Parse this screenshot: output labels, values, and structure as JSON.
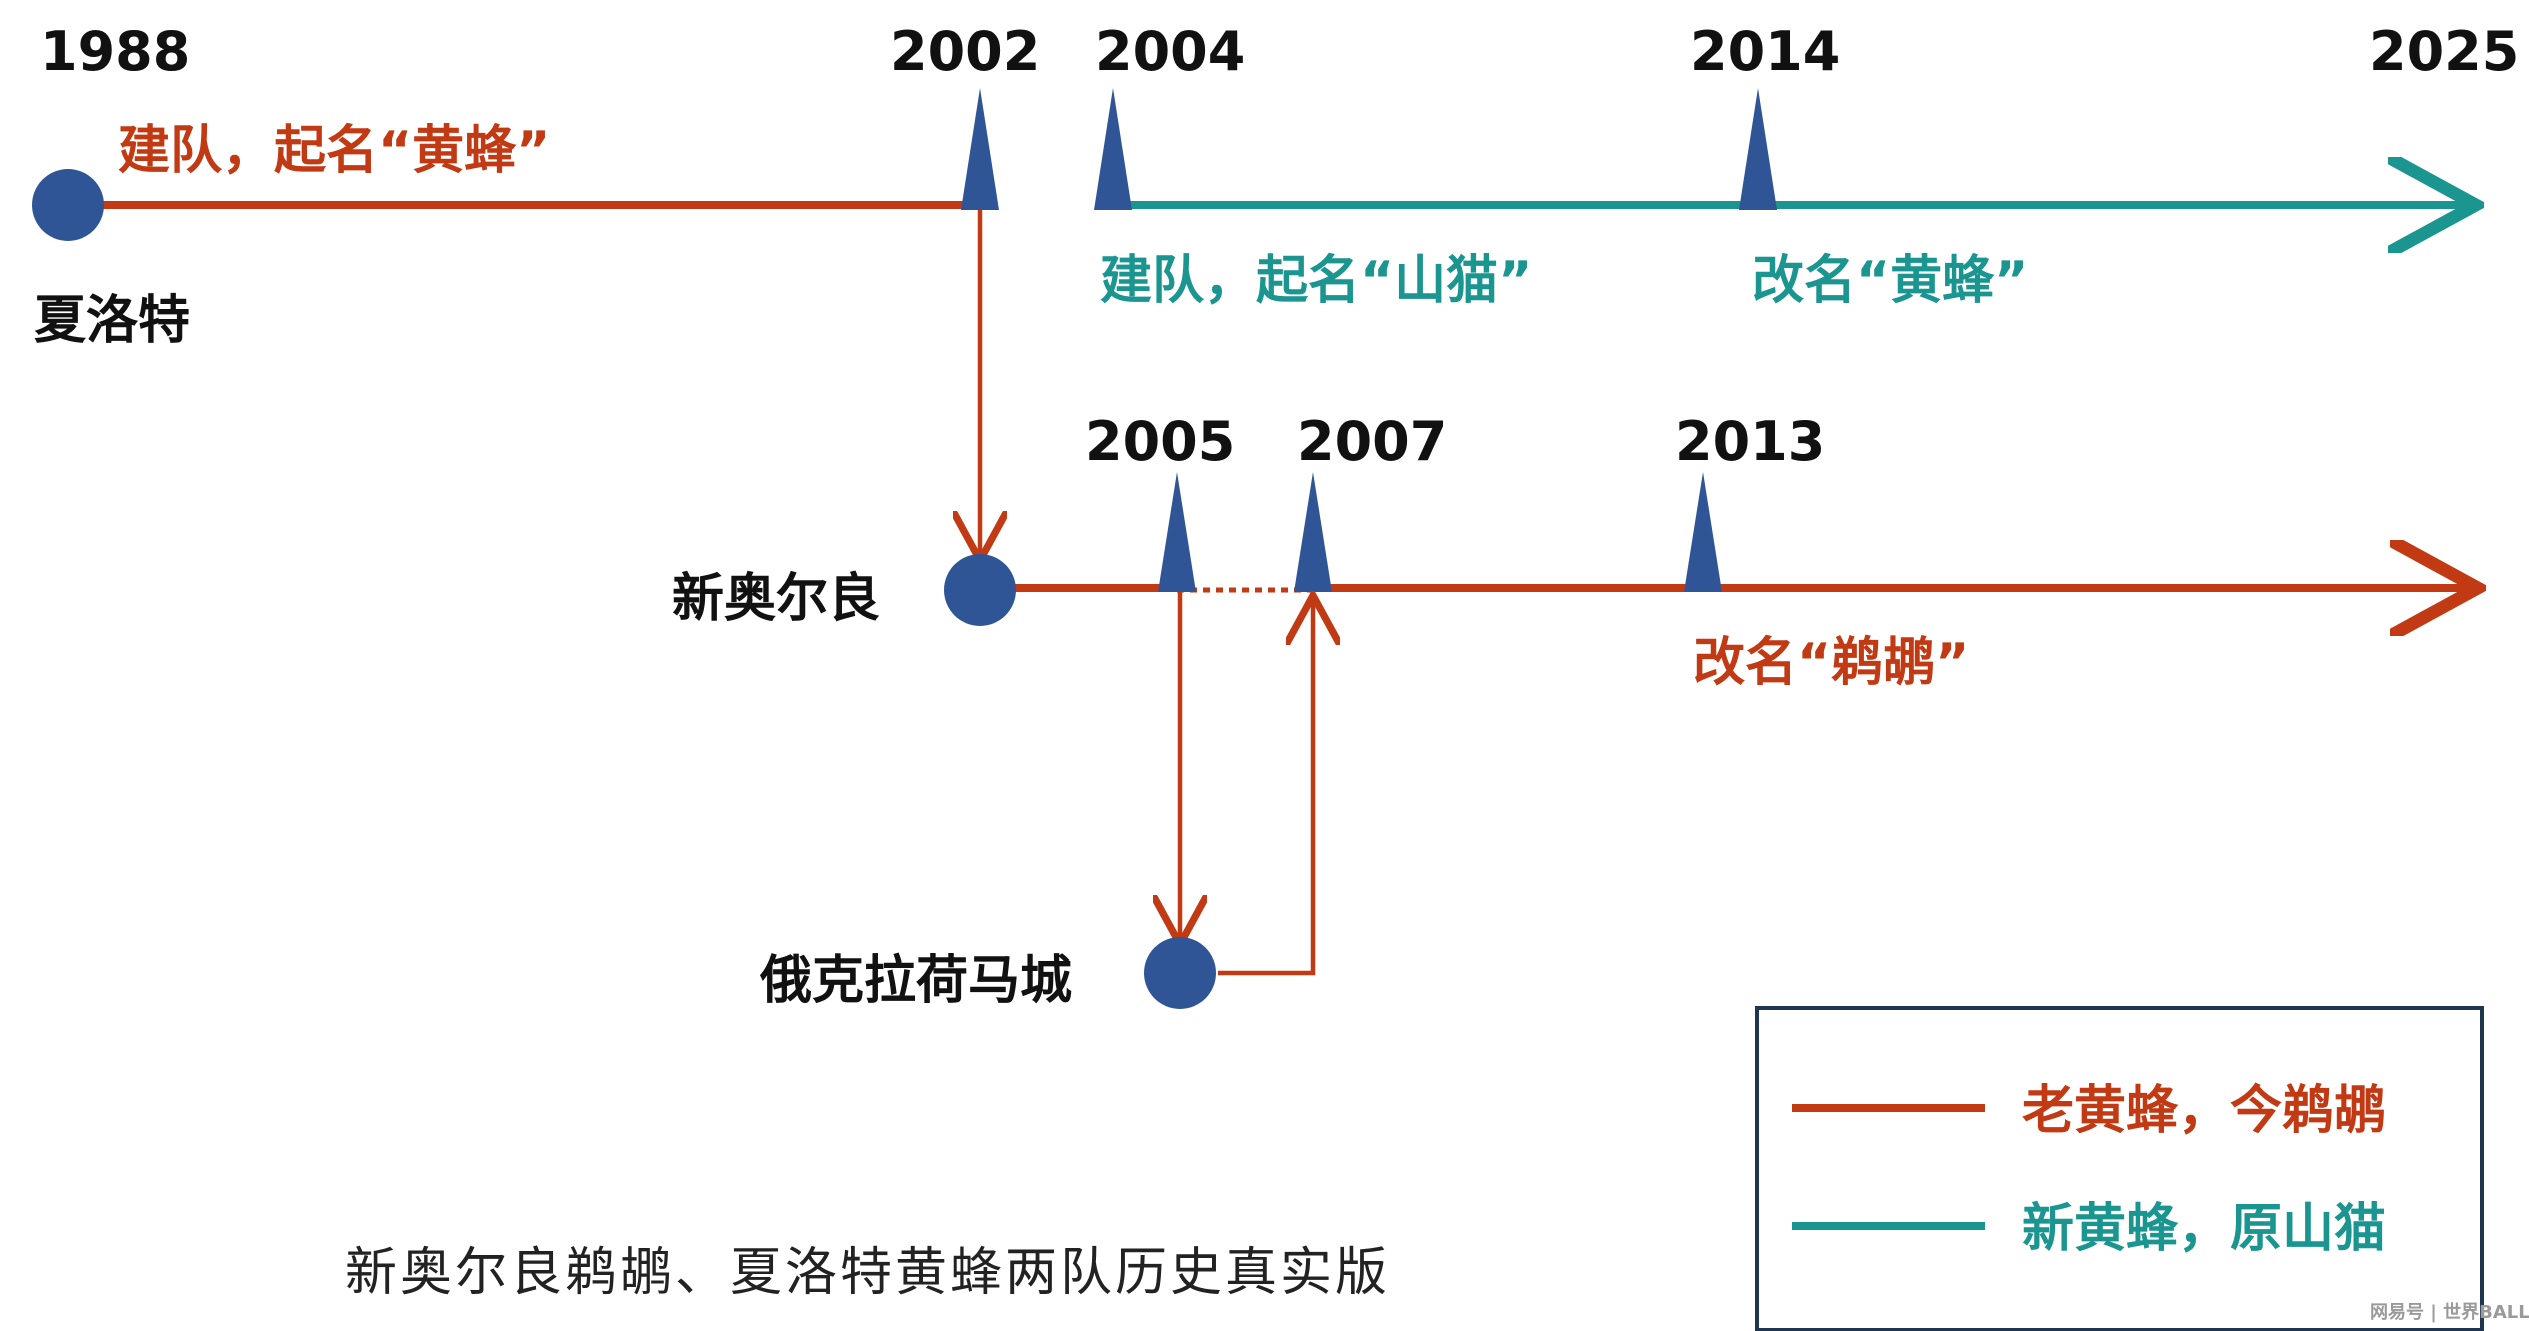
{
  "colors": {
    "orange": "#c23a13",
    "teal": "#1a9590",
    "marker": "#2f5597",
    "legend_border": "#1f3650"
  },
  "years": {
    "y1988": "1988",
    "y2002": "2002",
    "y2004": "2004",
    "y2014": "2014",
    "y2025": "2025",
    "y2005": "2005",
    "y2007": "2007",
    "y2013": "2013"
  },
  "events": {
    "charlotte_founded": "建队，起名“黄蜂”",
    "bobcats_founded": "建队，起名“山猫”",
    "renamed_hornets": "改名“黄蜂”",
    "renamed_pelicans": "改名“鹈鹕”"
  },
  "cities": {
    "charlotte": "夏洛特",
    "new_orleans": "新奥尔良",
    "oklahoma_city": "俄克拉荷马城"
  },
  "legend": {
    "items": [
      {
        "label": "老黄蜂，今鹈鹕",
        "color": "#c23a13"
      },
      {
        "label": "新黄蜂，原山猫",
        "color": "#1a9590"
      }
    ]
  },
  "caption": "新奥尔良鹈鹕、夏洛特黄蜂两队历史真实版",
  "watermark": "网易号 | 世界BALL"
}
